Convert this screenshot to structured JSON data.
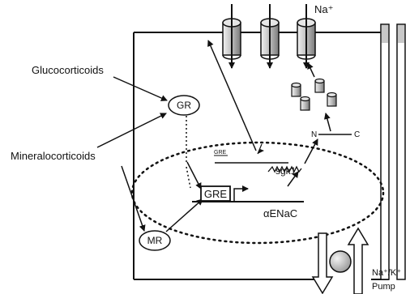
{
  "labels": {
    "sodium_ion": "Na⁺",
    "glucocorticoids": "Glucocorticoids",
    "mineralocorticoids": "Mineralocorticoids",
    "gr": "GR",
    "mr": "MR",
    "gre_small": "GRE",
    "sgk1": "sgk1",
    "gre_box": "GRE",
    "aenac": "αENaC",
    "n_terminal": "N",
    "c_terminal": "C",
    "pump_line1": "Na⁺/K⁺",
    "pump_line2": "Pump"
  },
  "icons": {
    "channel": "cylinder-channel-icon",
    "subunit": "small-cylinder-subunit-icon",
    "pump": "sphere-pump-icon"
  },
  "colors": {
    "line": "#111111",
    "shade_light": "#d8d8d8",
    "shade_mid": "#a8a8a8"
  }
}
